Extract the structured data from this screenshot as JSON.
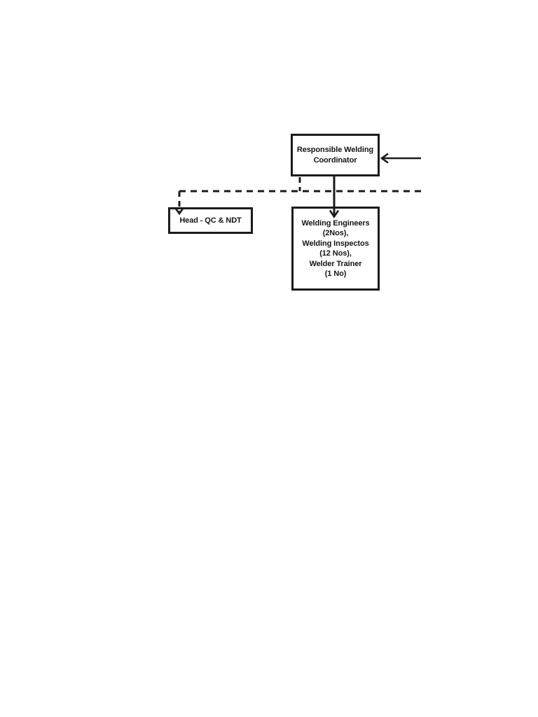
{
  "page": {
    "background_color": "#ffffff"
  },
  "diagram": {
    "type": "org-chart",
    "line_color": "#1b1b1b",
    "nodes": [
      {
        "id": "responsible-welding-coordinator",
        "label": "Responsible Welding\nCoordinator"
      },
      {
        "id": "head-qc-ndt",
        "label": "Head - QC & NDT"
      },
      {
        "id": "welding-team",
        "label": "Welding Engineers\n(2Nos),\nWelding Inspectos\n(12 Nos),\nWelder Trainer\n(1 No)"
      }
    ],
    "edges": [
      {
        "from": "responsible-welding-coordinator",
        "to": "head-qc-ndt",
        "style": "dashed",
        "arrowhead": "open-v-down"
      },
      {
        "from": "responsible-welding-coordinator",
        "to": "welding-team",
        "style": "solid",
        "arrowhead": "open-v-down"
      },
      {
        "from": "right-edge",
        "to": "responsible-welding-coordinator",
        "style": "solid",
        "arrowhead": "open-v-left"
      }
    ]
  }
}
